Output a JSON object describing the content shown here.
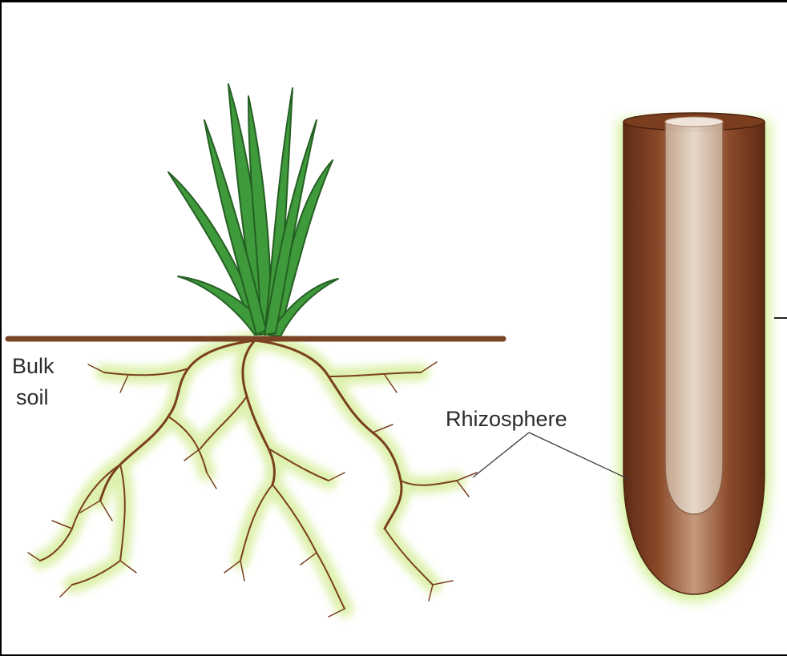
{
  "labels": {
    "bulk_soil_line1": "Bulk",
    "bulk_soil_line2": "soil",
    "rhizosphere": "Rhizosphere"
  },
  "colors": {
    "leaf_fill": "#3f9a3c",
    "leaf_outline": "#245f22",
    "soil_line": "#7a4326",
    "root": "#7a3f1f",
    "rhizosphere_glow": "#d8efa0",
    "root_tip_dark": "#5e2a14",
    "root_tip_light": "#c69a7d",
    "stele": "#d9c6b4"
  }
}
